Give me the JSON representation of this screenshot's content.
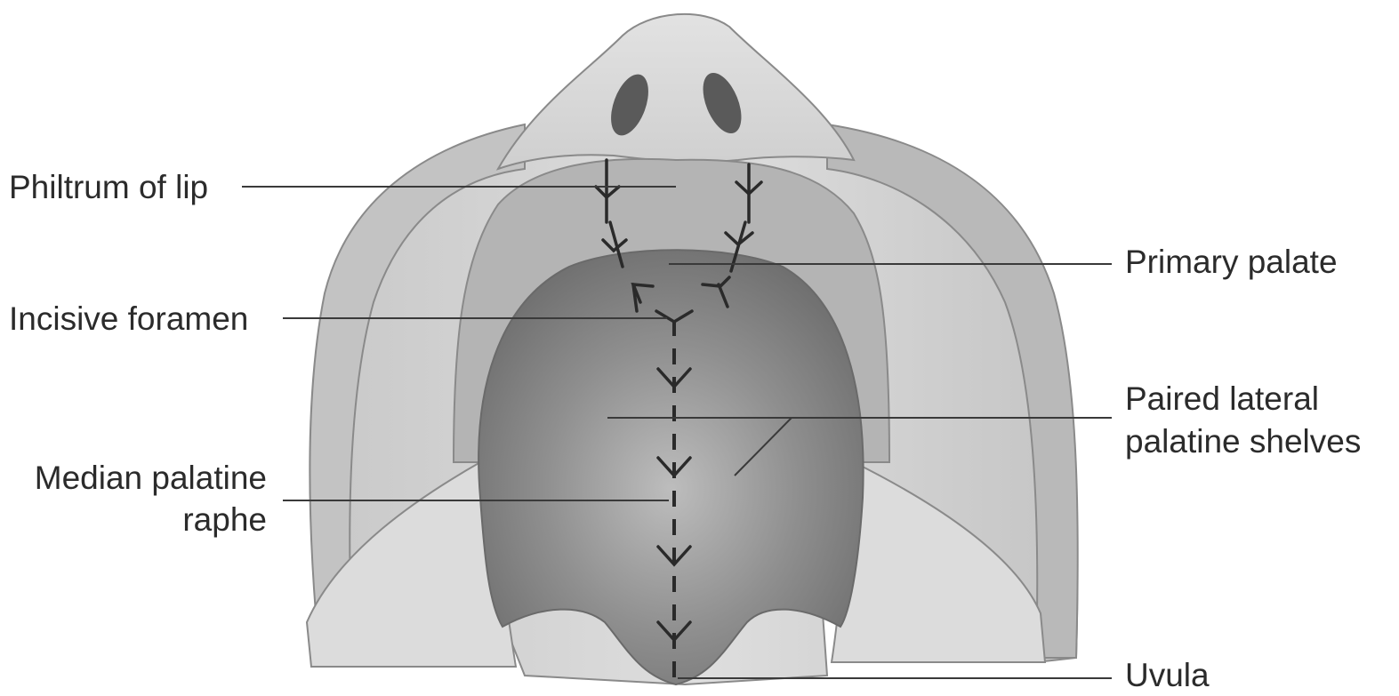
{
  "labels": {
    "philtrum": "Philtrum of lip",
    "incisive": "Incisive foramen",
    "median_line1": "Median palatine",
    "median_line2": "raphe",
    "primary": "Primary palate",
    "paired_line1": "Paired lateral",
    "paired_line2": "palatine shelves",
    "uvula": "Uvula"
  }
}
